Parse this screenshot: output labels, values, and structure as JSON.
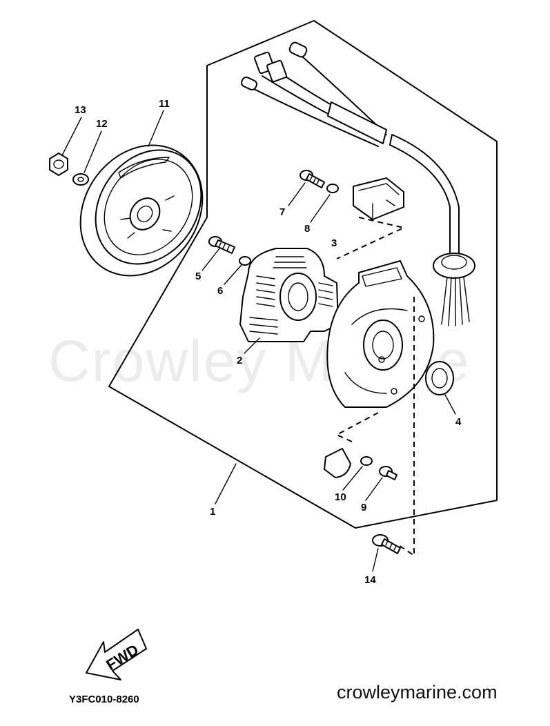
{
  "diagram": {
    "watermark_text": "Crowley Marine",
    "diagram_code": "Y3FC010-8260",
    "website": "crowleymarine.com",
    "fwd_label": "FWD",
    "callouts": {
      "c1": "1",
      "c2": "2",
      "c3": "3",
      "c4": "4",
      "c5": "5",
      "c6": "6",
      "c7": "7",
      "c8": "8",
      "c9": "9",
      "c10": "10",
      "c11": "11",
      "c12": "12",
      "c13": "13",
      "c14": "14"
    }
  }
}
